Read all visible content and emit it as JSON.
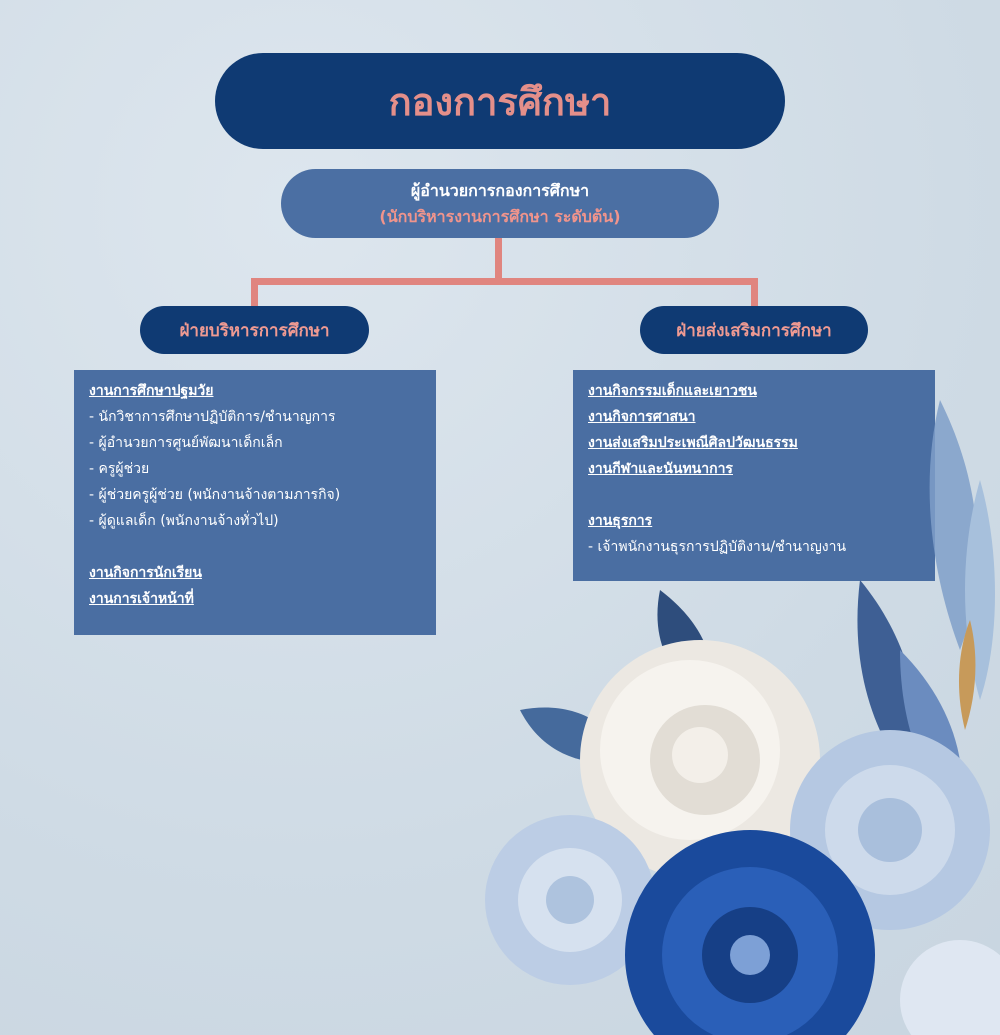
{
  "title": "กองการศึกษา",
  "director": {
    "name": "ผู้อำนวยการกองการศึกษา",
    "role": "(นักบริหารงานการศึกษา ระดับต้น)"
  },
  "left_department": {
    "label": "ฝ่ายบริหารการศึกษา",
    "heading_1": "งานการศึกษาปฐมวัย",
    "items": [
      "- นักวิชาการศึกษาปฏิบัติการ/ชำนาญการ",
      "- ผู้อำนวยการศูนย์พัฒนาเด็กเล็ก",
      "- ครูผู้ช่วย",
      "- ผู้ช่วยครูผู้ช่วย (พนักงานจ้างตามภารกิจ)",
      "- ผู้ดูแลเด็ก (พนักงานจ้างทั่วไป)"
    ],
    "heading_2": "งานกิจการนักเรียน",
    "heading_3": "งานการเจ้าหน้าที่"
  },
  "right_department": {
    "label": "ฝ่ายส่งเสริมการศึกษา",
    "headings": [
      "งานกิจกรรมเด็กและเยาวชน",
      "งานกิจการศาสนา",
      "งานส่งเสริมประเพณีศิลปวัฒนธรรม",
      "งานกีฬาและนันทนาการ"
    ],
    "heading_5": "งานธุรการ",
    "items": [
      "- เจ้าพนักงานธุรการปฏิบัติงาน/ชำนาญงาน"
    ]
  },
  "colors": {
    "navy": "#0f3a73",
    "panel_blue": "#4a6ea2",
    "salmon": "#e0857f"
  }
}
